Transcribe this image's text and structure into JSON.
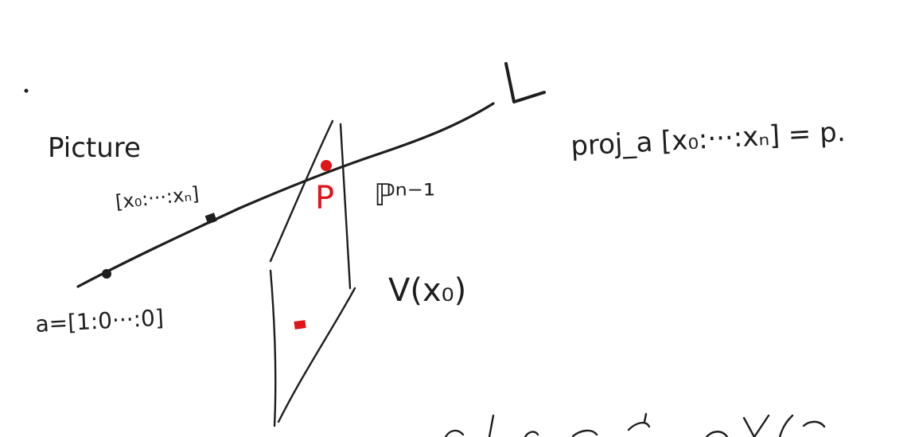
{
  "labels": {
    "picture": "Picture",
    "point_on_line": "[x₀:···:xₙ]",
    "point_a": "a=[1:0···:0]",
    "line_L": "L",
    "point_p": "P",
    "projective_space": "ℙⁿ⁻¹",
    "affine_chart": "V(x₀)",
    "projection_formula": "proj_a [x₀:···:xₙ] = p."
  },
  "colors": {
    "ink": "#1e1e1e",
    "highlight": "#e0141b",
    "background": "#ffffff"
  }
}
